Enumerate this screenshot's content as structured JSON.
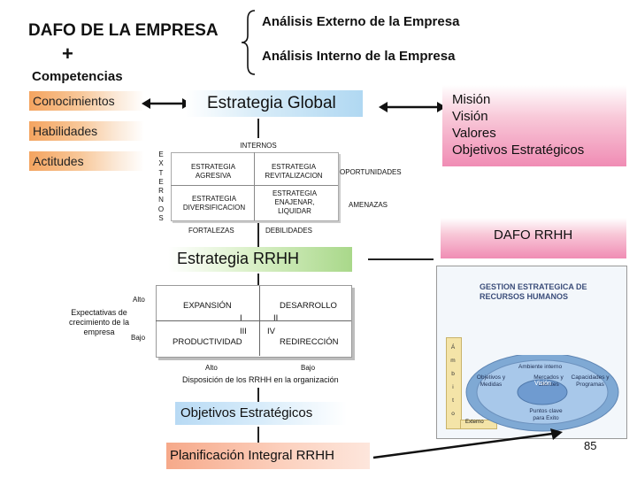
{
  "header": {
    "dafo_title": "DAFO DE LA EMPRESA",
    "plus": "+",
    "competencias": "Competencias",
    "external": "Análisis Externo de la Empresa",
    "internal": "Análisis Interno de la Empresa"
  },
  "competencias": {
    "items": [
      "Conocimientos",
      "Habilidades",
      "Actitudes"
    ]
  },
  "estrategia_global": "Estrategia Global",
  "mission_block": [
    "Misión",
    "Visión",
    "Valores",
    "Objetivos Estratégicos"
  ],
  "dafo_matrix": {
    "internos": "INTERNOS",
    "externos_letters": [
      "E",
      "X",
      "T",
      "E",
      "R",
      "N",
      "O",
      "S"
    ],
    "cells": [
      "ESTRATEGIA AGRESIVA",
      "ESTRATEGIA REVITALIZACION",
      "ESTRATEGIA DIVERSIFICACION",
      "ESTRATEGIA ENAJENAR, LIQUIDAR"
    ],
    "oportunidades": "OPORTUNIDADES",
    "amenazas": "AMENAZAS",
    "fortalezas": "FORTALEZAS",
    "debilidades": "DEBILIDADES"
  },
  "estrategia_rrhh": "Estrategia RRHH",
  "dafo_rrhh": "DAFO RRHH",
  "rrhh_matrix": {
    "y_title": "Expectativas de crecimiento de la empresa",
    "y_high": "Alto",
    "y_low": "Bajo",
    "q1_label": "EXPANSIÓN",
    "q1_num": "I",
    "q2_label": "DESARROLLO",
    "q2_num": "II",
    "q3_num": "III",
    "q3_label": "PRODUCTIVIDAD",
    "q4_num": "IV",
    "q4_label": "REDIRECCIÓN",
    "x_high": "Alto",
    "x_low": "Bajo",
    "x_title": "Disposición de los RRHH en la organización"
  },
  "gestion_card": {
    "title": "GESTION ESTRATEGICA DE RECURSOS HUMANOS",
    "ambito": [
      "Á",
      "m",
      "b",
      "i",
      "t",
      "o"
    ],
    "externo": "Externo",
    "ambiente": "Ambiente interno",
    "mercados": "Mercados y Clientes",
    "objetivos": "Objetivos y Medidas",
    "vision": "Visión",
    "capacidades": "Capacidades y Programas",
    "puntos": "Puntos clave para Exito"
  },
  "objetivos_estrategicos": "Objetivos Estratégicos",
  "planificacion": "Planificación Integral RRHH",
  "page_number": "85"
}
